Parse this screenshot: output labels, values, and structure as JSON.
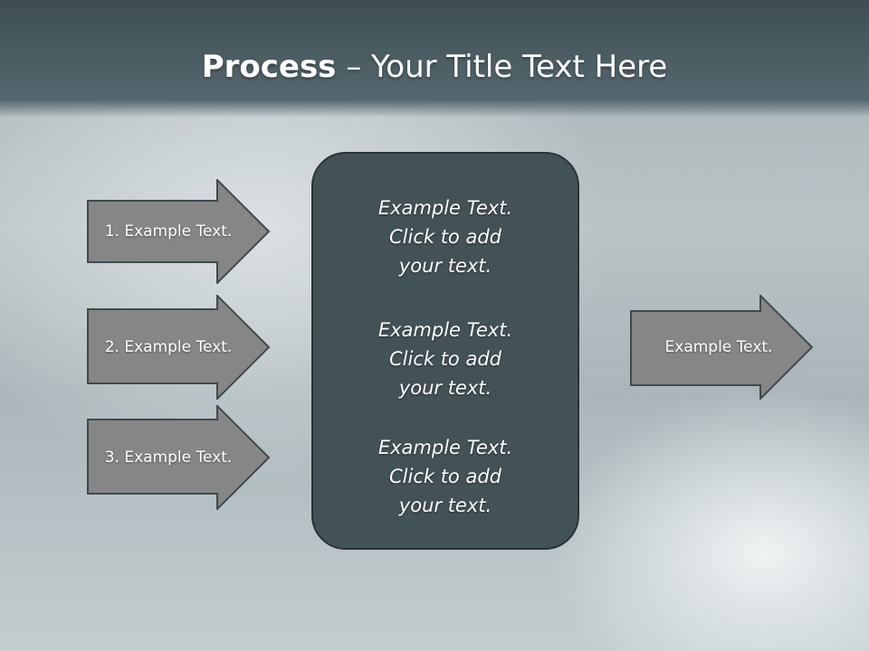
{
  "title": {
    "bold": "Process",
    "rest": " – Your Title Text Here"
  },
  "left_arrows": [
    {
      "label": "1. Example Text."
    },
    {
      "label": "2. Example Text."
    },
    {
      "label": "3. Example Text."
    }
  ],
  "center_box": {
    "paragraphs": [
      {
        "lines": [
          "Example Text.",
          "Click  to add",
          "your text."
        ]
      },
      {
        "lines": [
          "Example Text.",
          "Click  to add",
          "your text."
        ]
      },
      {
        "lines": [
          "Example Text.",
          "Click  to add",
          "your text."
        ]
      }
    ]
  },
  "right_arrow": {
    "label": "Example Text."
  },
  "colors": {
    "title_bar": "#4a5d64",
    "arrow_fill": "#868686",
    "arrow_stroke": "#3f4a4e",
    "center_box_fill": "#435257"
  }
}
